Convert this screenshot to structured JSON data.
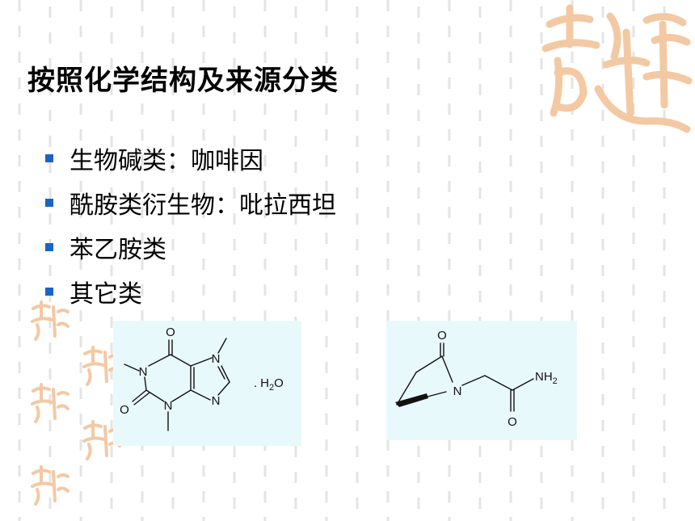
{
  "slide": {
    "title": "按照化学结构及来源分类",
    "bullets": [
      "生物碱类：咖啡因",
      "酰胺类衍生物：吡拉西坦",
      "苯乙胺类",
      "其它类"
    ]
  },
  "caffeine_structure": {
    "atoms": {
      "oxygen": "O",
      "nitrogen": "N"
    },
    "hydrate_dot": ".",
    "hydrate_h": "H",
    "hydrate_sub": "2",
    "hydrate_o": "O"
  },
  "piracetam_structure": {
    "atoms": {
      "oxygen": "O",
      "nitrogen": "N"
    },
    "amine_nh": "NH",
    "amine_sub": "2"
  },
  "colors": {
    "bullet": "#1a64c8",
    "panel": "#e8f9fc",
    "seal": "#f3c9a3",
    "dash": "#e2e2e2"
  }
}
